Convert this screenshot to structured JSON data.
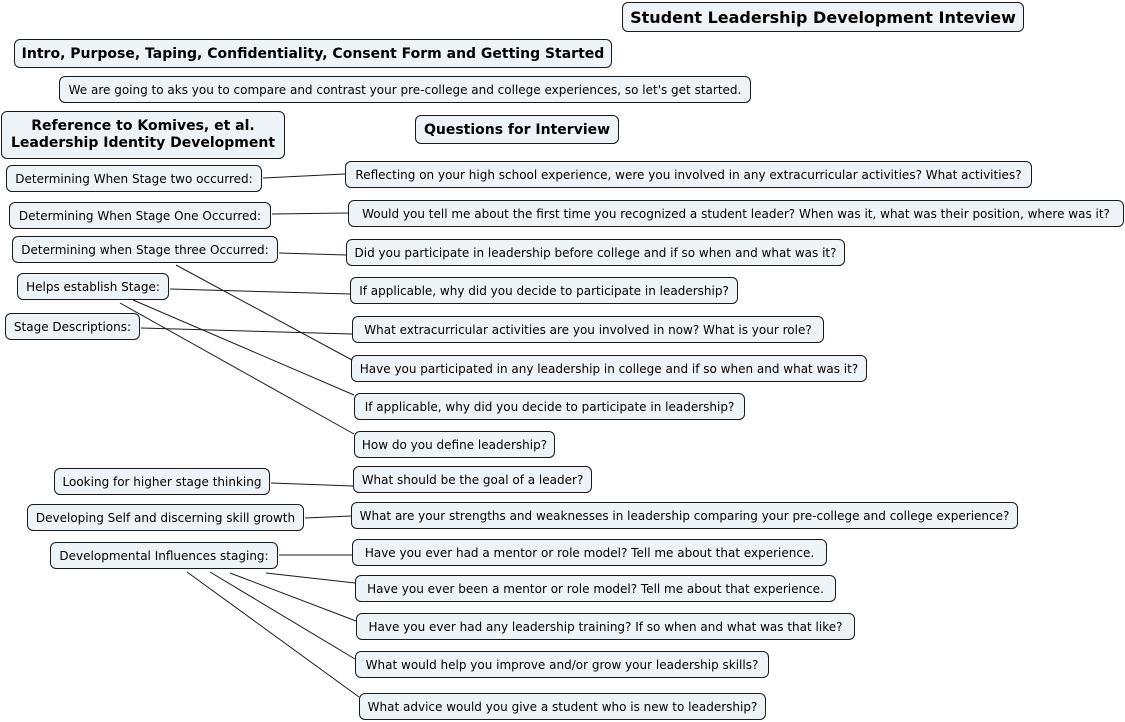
{
  "title": "Student Leadership Development Inteview",
  "intro": {
    "heading": "Intro, Purpose, Taping, Confidentiality, Consent Form and Getting Started",
    "text": "We are going to aks you to compare and contrast your pre-college and college experiences, so let's get started."
  },
  "reference": {
    "line1": "Reference to Komives, et al.",
    "line2": "Leadership Identity Development"
  },
  "questions_heading": "Questions for Interview",
  "stage_labels": [
    "Determining When Stage two occurred:",
    "Determining When Stage One Occurred:",
    "Determining when Stage three Occurred:",
    "Helps establish Stage:",
    "Stage Descriptions:",
    "Looking for higher stage thinking",
    "Developing Self and discerning skill growth",
    "Developmental Influences staging:"
  ],
  "questions": [
    "Reflecting on your high school experience, were you involved in any extracurricular activities?  What activities?",
    "Would you tell me about the first time you recognized a student leader?  When was it, what was their position, where was it?",
    "Did you participate in leadership before college and if so when and what was it?",
    "If applicable, why did you decide to participate in leadership?",
    "What extracurricular activities are you involved in now?  What is your role?",
    "Have you participated in any leadership in college and if so when and what was it?",
    "If applicable, why did you decide to  participate in leadership?",
    "How do you define leadership?",
    "What should be the goal of a leader?",
    "What are your strengths and weaknesses in leadership comparing your pre-college and college experience?",
    "Have you ever had a mentor or role model?  Tell me about that experience.",
    "Have you ever been a mentor or role model?  Tell me about that experience.",
    "Have you ever had any leadership training?  If so when and what was that like?",
    "What would help you improve and/or grow your leadership skills?",
    "What advice would you give a student who is new to leadership?"
  ]
}
